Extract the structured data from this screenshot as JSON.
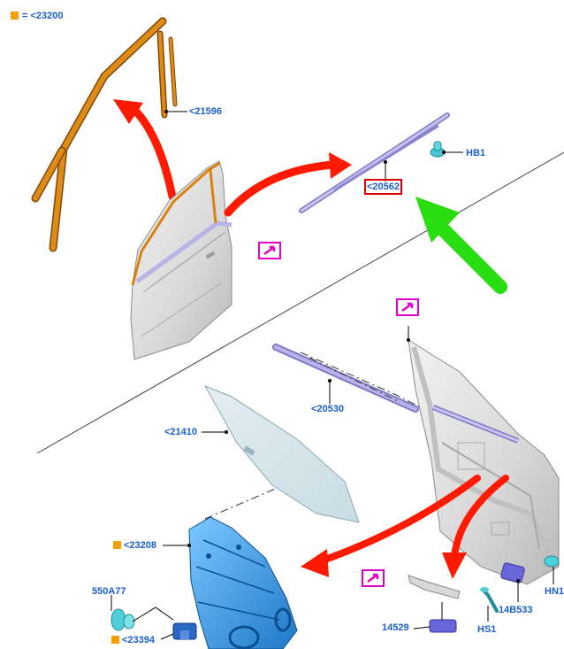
{
  "legend": {
    "symbol_color": "#f5a000",
    "text": "= <23200"
  },
  "labels": {
    "l21596": "<21596",
    "l20562": "<20562",
    "lHB1": "HB1",
    "l20530": "<20530",
    "l21410": "<21410",
    "l23208": "<23208",
    "l550A77": "550A77",
    "l23394": "<23394",
    "l14529": "14529",
    "l14B533": "14B533",
    "lHS1": "HS1",
    "lHN1": "HN1"
  },
  "view_icon": "magnify-view-icon",
  "colors": {
    "label_blue": "#1a5fd0",
    "orange_seal": "#d98210",
    "red_arrow": "#ff1a00",
    "green_arrow": "#28dd10",
    "magenta": "#e100c8",
    "highlight_box": "#e00000",
    "part_blue": "#3aa0e8"
  }
}
